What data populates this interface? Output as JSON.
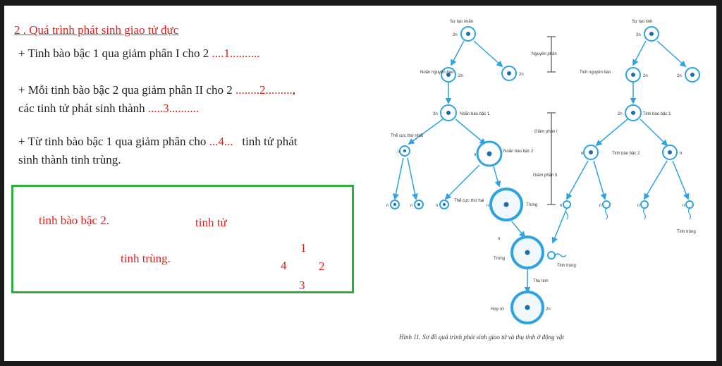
{
  "section": {
    "heading": "2 . Quá trình phát sinh giao tử đực",
    "lines": [
      {
        "part1": "+  Tinh bào bậc 1 qua giảm phân I cho 2",
        "blank": "1"
      },
      {
        "part1": "+  Mỗi tinh bào bậc 2 qua giảm phân II cho 2",
        "blank": "2",
        "part2": "các tinh tử phát sinh thành",
        "blank2": "3"
      },
      {
        "part1": "+ Từ tinh bào bậc 1 qua giảm phân cho",
        "blank": "4",
        "part2": "tinh tử phát",
        "part3": "sinh thành tinh trùng."
      }
    ]
  },
  "answer_box": {
    "words": [
      "tinh bào bậc 2.",
      "tinh tử",
      "tinh trùng."
    ],
    "numbers": [
      "1",
      "2",
      "3",
      "4"
    ]
  },
  "diagram": {
    "titles": [
      "Sự tạo noãn",
      "Sự tạo tinh"
    ],
    "labels": {
      "noan_nguyen_bao": "Noãn nguyên bào",
      "noan_bao_bac_1": "Noãn bào bậc 1",
      "the_cuc_1": "Thể cực thứ nhất",
      "noan_bao_bac_2": "Noãn bào bậc 2",
      "the_cuc_2": "Thể cực thứ hai",
      "trung": "Trứng",
      "tinh_nguyen_bao": "Tinh nguyên bào",
      "tinh_bao_bac_1": "Tinh bào bậc 1",
      "tinh_bao_bac_2": "Tinh bào bậc 2",
      "tinh_trung": "Tinh trùng",
      "hop_tu": "Hợp tử",
      "thu_tinh": "Thụ tinh",
      "nguyen_phan": "Nguyên phân",
      "giam_phan_1": "Giảm phân I",
      "giam_phan_2": "Giảm phân II",
      "two_n": "2n",
      "n": "n"
    },
    "caption": "Hình 11. Sơ đồ quá trình phát sinh giao tử và thụ tinh ở động vật"
  }
}
